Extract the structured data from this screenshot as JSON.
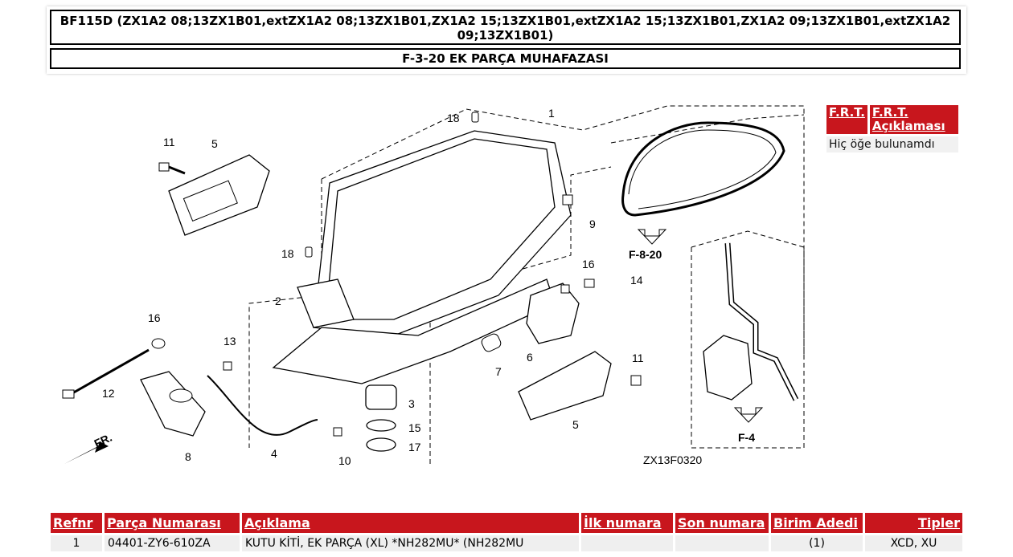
{
  "header": {
    "model_title": "BF115D (ZX1A2 08;13ZX1B01,extZX1A2 08;13ZX1B01,ZX1A2 15;13ZX1B01,extZX1A2 15;13ZX1B01,ZX1A2 09;13ZX1B01,extZX1A2 09;13ZX1B01)",
    "section_title": "F-3-20 EK PARÇA MUHAFAZASI"
  },
  "frt": {
    "col1": "F.R.T.",
    "col2": "F.R.T. Açıklaması",
    "empty_text": "Hiç öğe bulunamdı"
  },
  "diagram": {
    "callouts": [
      "1",
      "2",
      "3",
      "4",
      "5",
      "5",
      "6",
      "7",
      "8",
      "9",
      "10",
      "11",
      "11",
      "12",
      "13",
      "14",
      "15",
      "16",
      "16",
      "17",
      "18",
      "18"
    ],
    "refs": [
      "F-8-20",
      "F-4"
    ],
    "code": "ZX13F0320",
    "front_label": "FR."
  },
  "parts_table": {
    "headers": [
      "Refnr",
      "Parça Numarası",
      "Açıklama",
      "İlk numara",
      "Son numara",
      "Birim Adedi",
      "Tipler"
    ],
    "rows": [
      [
        "1",
        "04401-ZY6-610ZA",
        "KUTU KİTİ, EK PARÇA (XL) *NH282MU* (NH282MU",
        "",
        "",
        "(1)",
        "XCD, XU"
      ]
    ]
  },
  "colors": {
    "accent": "#c8161d"
  }
}
